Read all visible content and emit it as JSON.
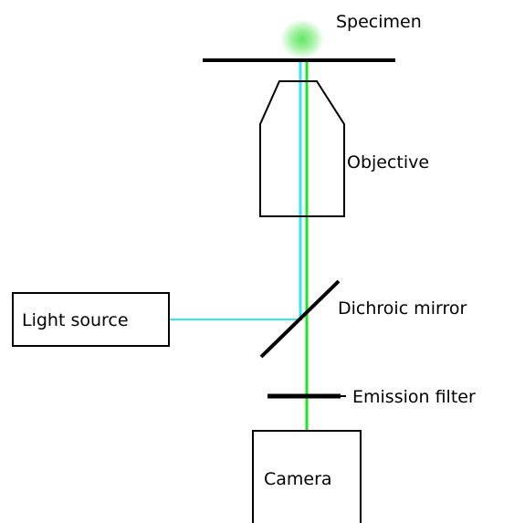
{
  "labels": {
    "specimen": "Specimen",
    "objective": "Objective",
    "light_source": "Light source",
    "dichroic_mirror": "Dichroic mirror",
    "emission_filter": "Emission filter",
    "camera": "Camera"
  },
  "colors": {
    "excitation_light": "#33e6f2",
    "emission_light": "#1ee61e",
    "specimen_glow": "#5ae65a",
    "outline": "#000000",
    "background": "#ffffff"
  }
}
